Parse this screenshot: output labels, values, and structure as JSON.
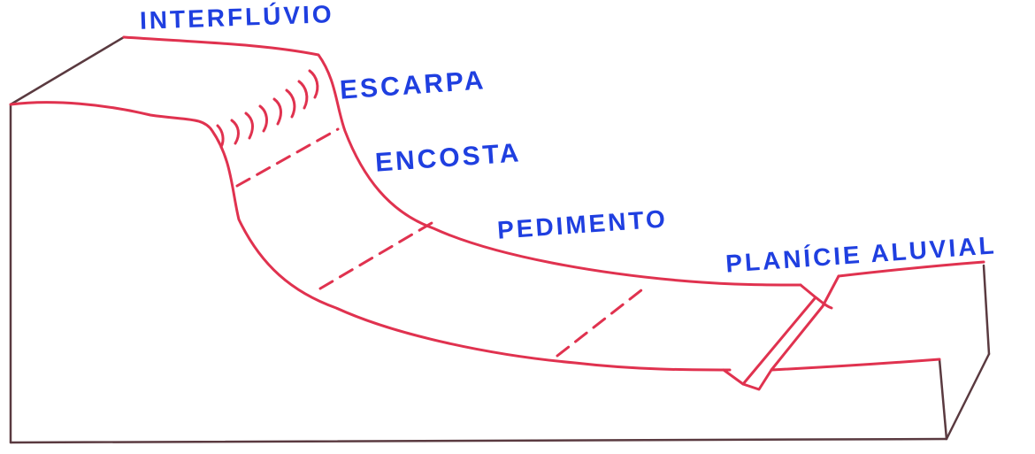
{
  "labels": {
    "interfluvio": "INTERFLÚVIO",
    "escarpa": "ESCARPA",
    "encosta": "ENCOSTA",
    "pedimento": "PEDIMENTO",
    "planicie_aluvial": "PLANÍCIE ALUVIAL"
  },
  "colors": {
    "surface_line": "#e0324f",
    "block_edge": "#5a3a40",
    "label_text": "#1f3fe0",
    "background": "#ffffff"
  }
}
